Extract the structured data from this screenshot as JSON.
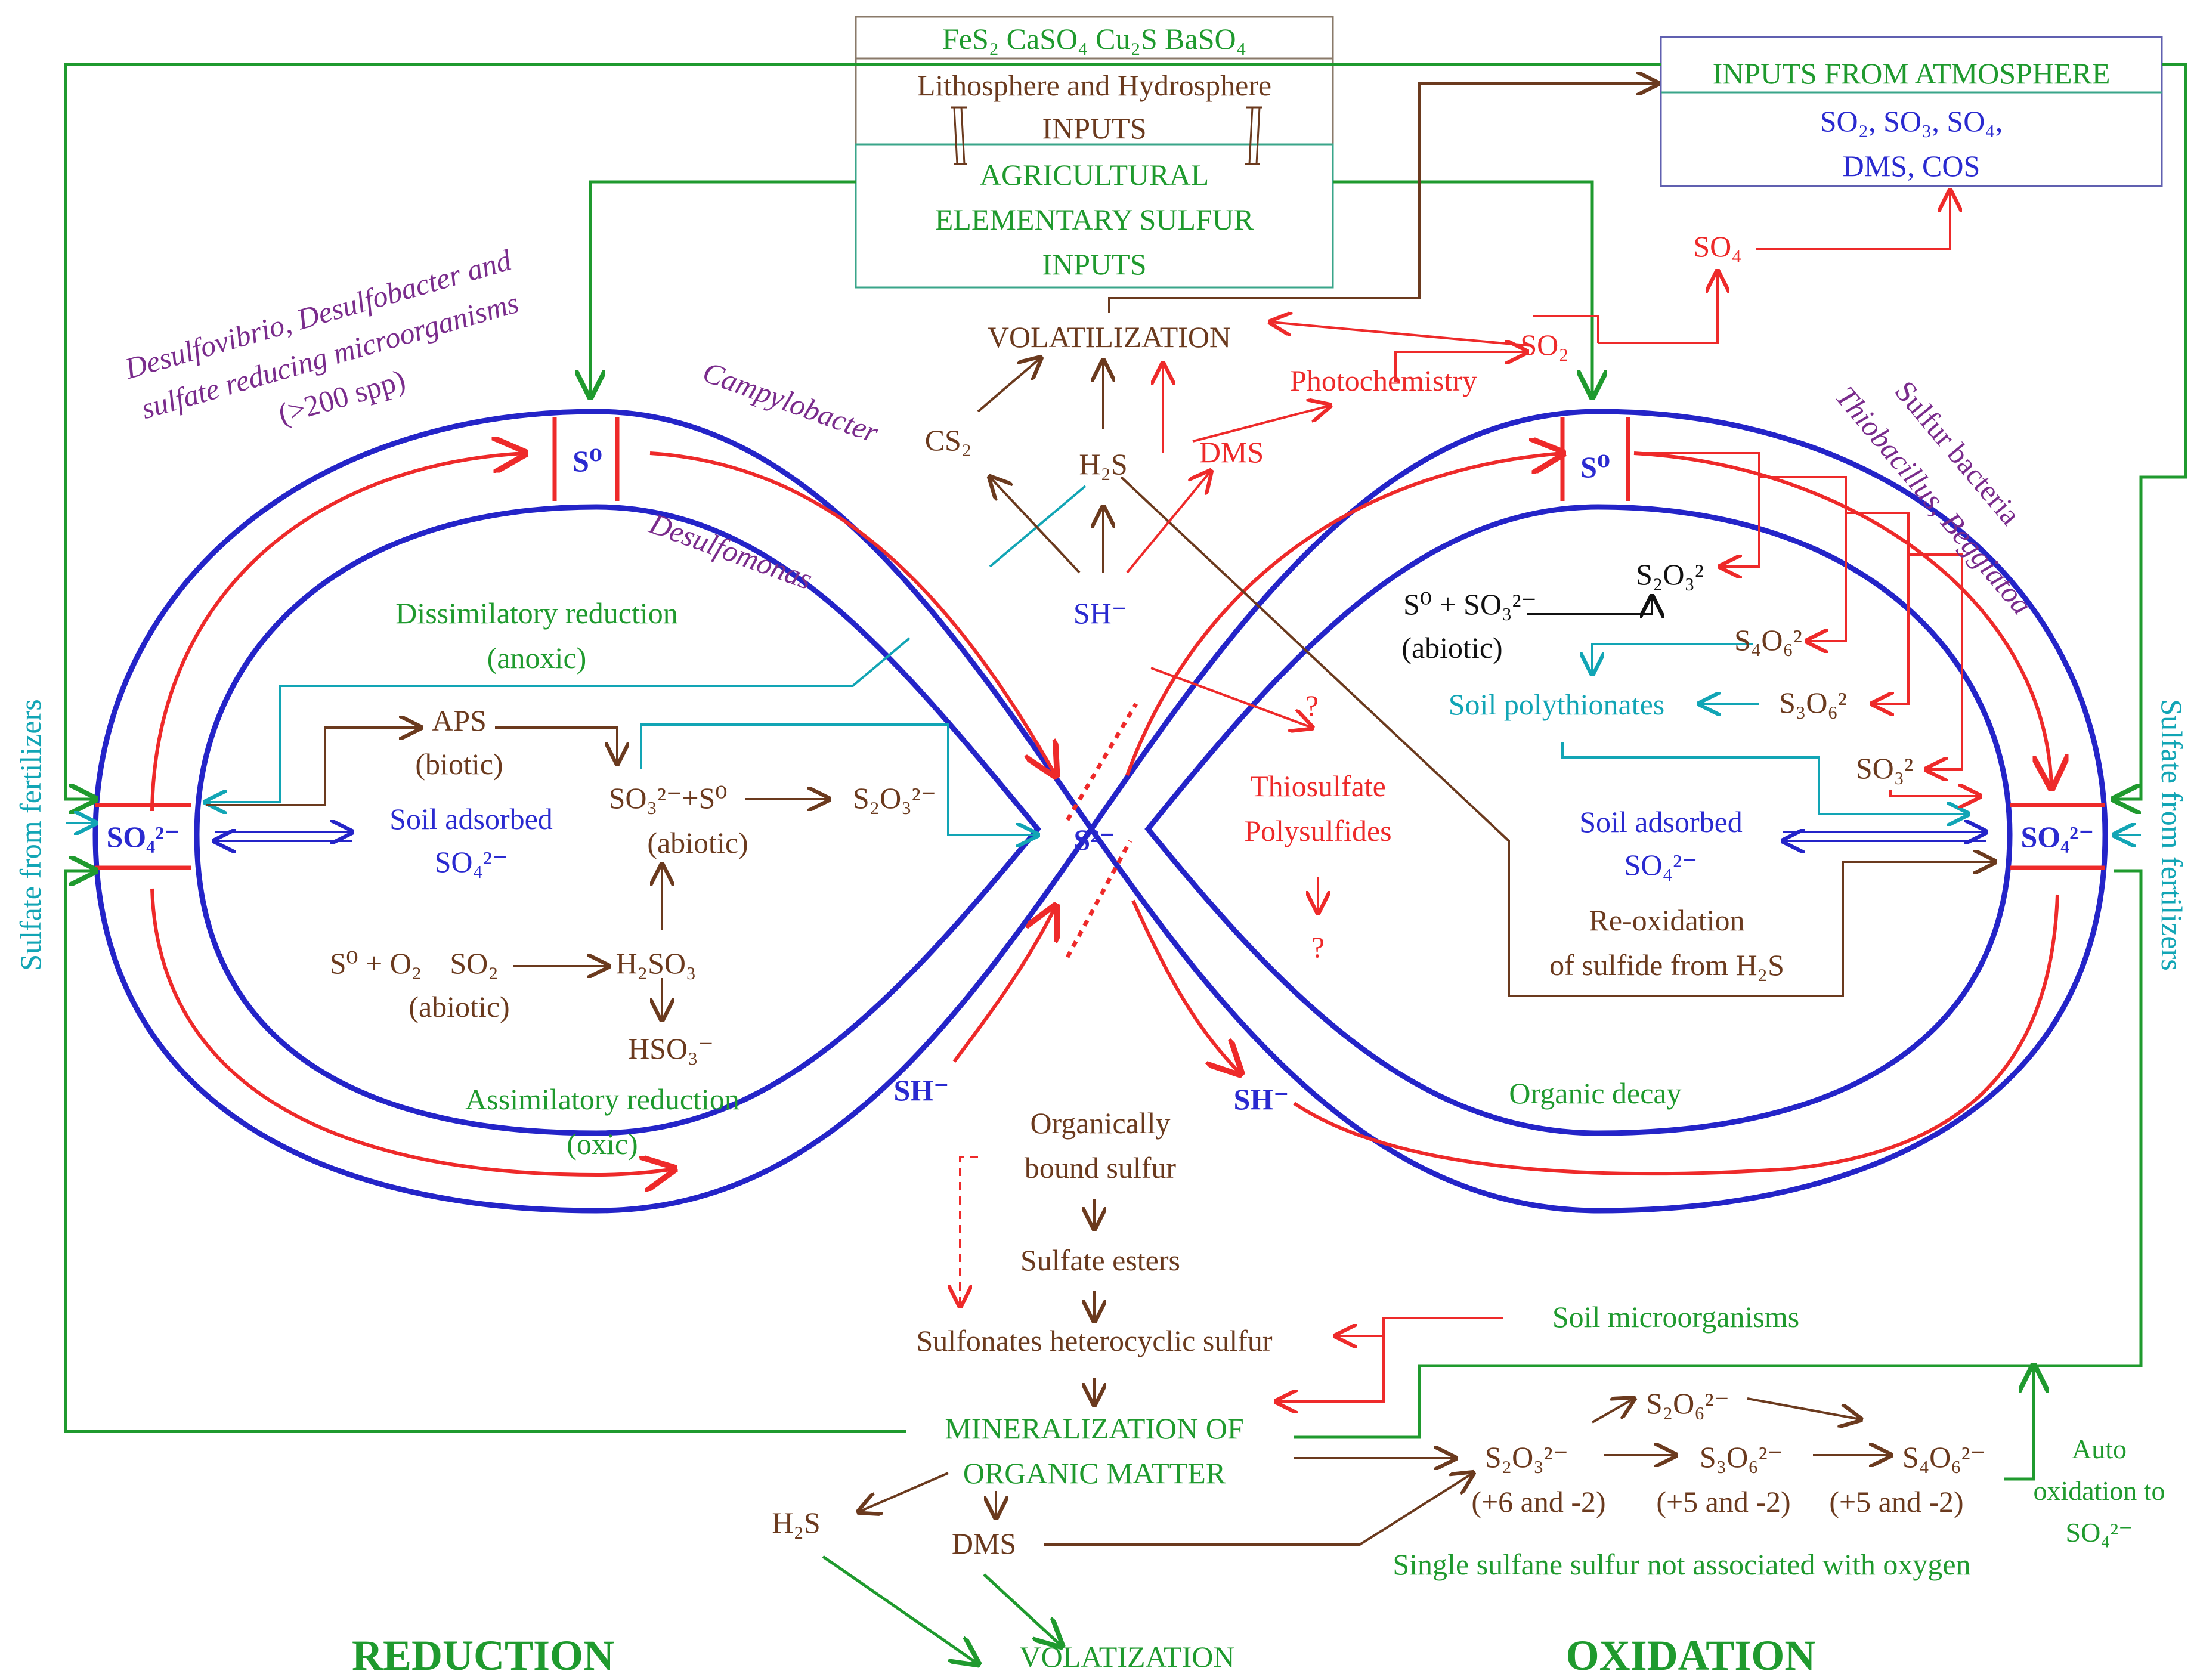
{
  "colors": {
    "ring_blue": "#2424c8",
    "arrow_red": "#ee2a2a",
    "path_brown": "#6b3a1e",
    "path_green": "#1f9a2e",
    "path_teal": "#12a5b5",
    "label_purple": "#7a2c8c"
  },
  "top_box": {
    "minerals": "FeS₂   CaSO₄   Cu₂S   BaSO₄",
    "litho_line1": "Lithosphere and Hydrosphere",
    "litho_line2": "INPUTS",
    "agri_line1": "AGRICULTURAL",
    "agri_line2": "ELEMENTARY SULFUR",
    "agri_line3": "INPUTS"
  },
  "atmosphere_box": {
    "title": "INPUTS FROM ATMOSPHERE",
    "line1": "SO₂, SO₃, SO₄,",
    "line2": "DMS, COS"
  },
  "species": {
    "so4_left": "SO₄²⁻",
    "so4_right": "SO₄²⁻",
    "s0_left": "S⁰",
    "s0_right": "S⁰",
    "s2_center": "S²⁻",
    "sh_center": "SH⁻",
    "sh_left": "SH⁻",
    "sh_right": "SH⁻"
  },
  "volatilization": {
    "title": "VOLATILIZATION",
    "cs2": "CS₂",
    "h2s": "H₂S",
    "dms": "DMS",
    "photochemistry": "Photochemistry",
    "so2": "SO₂",
    "so4": "SO₄"
  },
  "organisms": {
    "reducers_line1": "Desulfovibrio, Desulfobacter and",
    "reducers_line2": "sulfate reducing microorganisms",
    "reducers_line3": "(>200 spp)",
    "campylobacter": "Campylobacter",
    "desulfomonas": "Desulfomonas",
    "sulfur_bacteria": "Sulfur bacteria",
    "thiobacillus": "Thiobacillus, Beggiatoa"
  },
  "left_loop": {
    "dissimilatory_line1": "Dissimilatory reduction",
    "dissimilatory_line2": "(anoxic)",
    "aps": "APS",
    "aps_note": "(biotic)",
    "so3_s0": "SO₃²⁻+S⁰",
    "so3_note": "(abiotic)",
    "s2o3": "S₂O₃²⁻",
    "soil_adsorbed": "Soil adsorbed",
    "soil_adsorbed_so4": "SO₄²⁻",
    "s0_o2": "S⁰ + O₂",
    "so2": "SO₂",
    "s0_note": "(abiotic)",
    "h2so3": "H₂SO₃",
    "hso3": "HSO₃⁻",
    "assimilatory_line1": "Assimilatory reduction",
    "assimilatory_line2": "(oxic)"
  },
  "right_loop": {
    "s0_so3": "S⁰ + SO₃²⁻",
    "s0_so3_note": "(abiotic)",
    "s2o3": "S₂O₃²",
    "s4o6": "S₄O₆²",
    "s3o6": "S₃O₆²",
    "so3": "SO₃²",
    "polythionates": "Soil polythionates",
    "soil_adsorbed": "Soil adsorbed",
    "soil_adsorbed_so4": "SO₄²⁻",
    "reoxidation_line1": "Re-oxidation",
    "reoxidation_line2": "of sulfide from H₂S",
    "organic_decay": "Organic decay"
  },
  "center": {
    "thiosulfate": "Thiosulfate",
    "polysulfides": "Polysulfides",
    "q1": "?",
    "q2": "?"
  },
  "bottom": {
    "organic_line1": "Organically",
    "organic_line2": "bound sulfur",
    "sulfate_esters": "Sulfate esters",
    "sulfonates": "Sulfonates heterocyclic sulfur",
    "soil_microorganisms": "Soil microorganisms",
    "mineralization_line1": "MINERALIZATION OF",
    "mineralization_line2": "ORGANIC MATTER",
    "h2s": "H₂S",
    "dms": "DMS",
    "volatization": "VOLATIZATION",
    "s2o6": "S₂O₆²⁻",
    "s2o3": "S₂O₃²⁻",
    "s3o6": "S₃O₆²⁻",
    "s4o6": "S₄O₆²⁻",
    "ox1": "(+6 and -2)",
    "ox2": "(+5 and -2)",
    "ox3": "(+5 and -2)",
    "auto_line1": "Auto",
    "auto_line2": "oxidation to",
    "auto_line3": "SO₄²⁻",
    "single_sulfane": "Single sulfane sulfur not associated with oxygen",
    "reduction": "REDUCTION",
    "oxidation": "OXIDATION"
  },
  "side": {
    "left_fertilizer": "Sulfate from fertilizers",
    "right_fertilizer": "Sulfate from fertilizers"
  }
}
